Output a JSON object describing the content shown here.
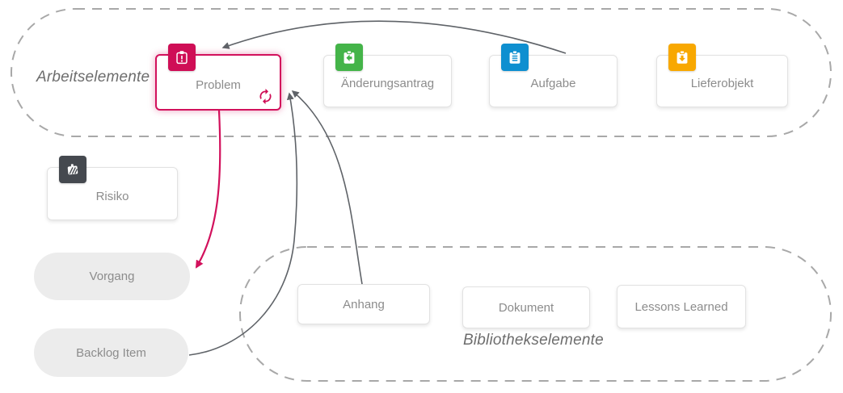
{
  "groups": {
    "arbeitselemente": {
      "label": "Arbeitselemente"
    },
    "bibliothekselemente": {
      "label": "Bibliothekselemente"
    }
  },
  "nodes": {
    "problem": {
      "label": "Problem",
      "accent": "#d2115c",
      "icon": "clipboard-exclamation-icon",
      "badge_color": "#cf0e56",
      "has_sync_icon": true
    },
    "aenderungsantrag": {
      "label": "Änderungsantrag",
      "icon": "clipboard-arrow-left-icon",
      "badge_color": "#44b449"
    },
    "aufgabe": {
      "label": "Aufgabe",
      "icon": "clipboard-checklist-icon",
      "badge_color": "#0e8fd0"
    },
    "lieferobjekt": {
      "label": "Lieferobjekt",
      "icon": "clipboard-arrow-down-icon",
      "badge_color": "#f8a801"
    },
    "risiko": {
      "label": "Risiko",
      "icon": "risk-icon",
      "badge_color": "#45494f"
    },
    "vorgang": {
      "label": "Vorgang",
      "shape": "pill"
    },
    "backlog_item": {
      "label": "Backlog Item",
      "shape": "pill"
    },
    "anhang": {
      "label": "Anhang"
    },
    "dokument": {
      "label": "Dokument"
    },
    "lessons_learned": {
      "label": "Lessons Learned"
    }
  },
  "edges": [
    {
      "from": "Aufgabe",
      "to": "Problem",
      "color": "#5f6368"
    },
    {
      "from": "Problem",
      "to": "Vorgang",
      "color": "#d2115c"
    },
    {
      "from": "Anhang",
      "to": "Problem",
      "color": "#5f6368"
    },
    {
      "from": "Backlog Item",
      "to": "Problem",
      "color": "#5f6368"
    }
  ],
  "colors": {
    "accent_crimson": "#d2115c",
    "badge_crimson": "#cf0e56",
    "badge_green": "#44b449",
    "badge_blue": "#0e8fd0",
    "badge_amber": "#f8a801",
    "badge_dark_gray": "#45494f",
    "edge_gray": "#5f6368",
    "dashed_border_gray": "#a8a8a8",
    "pill_gray": "#ececec",
    "card_text_gray": "#8c8c8c"
  }
}
